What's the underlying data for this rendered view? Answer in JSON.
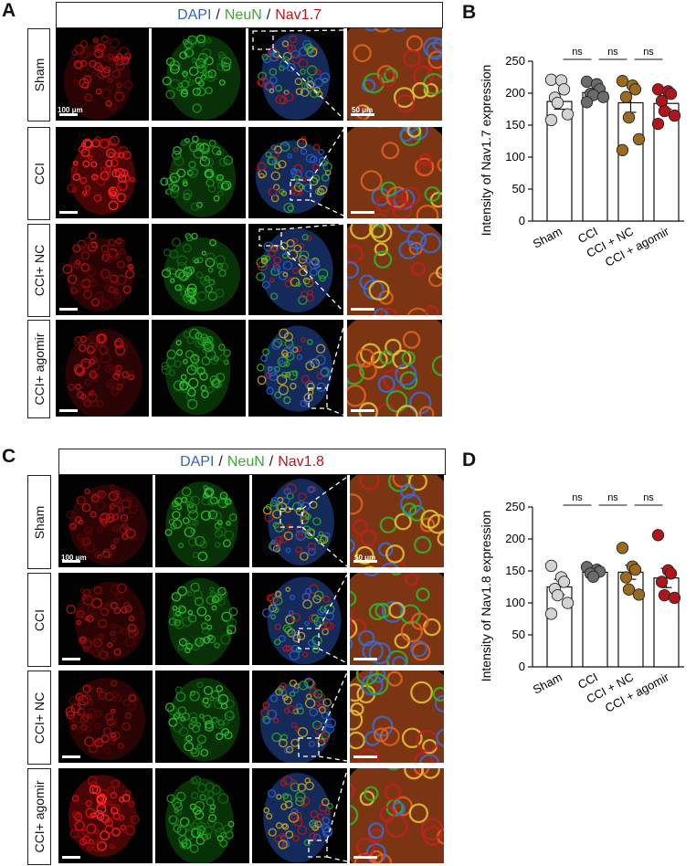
{
  "panels": {
    "A": {
      "letter": "A",
      "legend": {
        "dapi": "DAPI",
        "neun": "NeuN",
        "nav": "Nav1.7",
        "sep": "/"
      },
      "scale_main": "100 μm",
      "scale_zoom": "50 μm",
      "rows": [
        "Sham",
        "CCI",
        "CCI+ NC",
        "CCI+ agomir"
      ]
    },
    "B": {
      "letter": "B"
    },
    "C": {
      "letter": "C",
      "legend": {
        "dapi": "DAPI",
        "neun": "NeuN",
        "nav": "Nav1.8",
        "sep": "/"
      },
      "scale_main": "100 μm",
      "scale_zoom": "50 μm",
      "rows": [
        "Sham",
        "CCI",
        "CCI+ NC",
        "CCI+ agomir"
      ]
    },
    "D": {
      "letter": "D"
    }
  },
  "colors": {
    "dapi": "#2f63c9",
    "neun": "#3fa535",
    "nav": "#c3141b",
    "sham": "#d3d3d3",
    "cci": "#6b6b6b",
    "cci_nc": "#9a6a1e",
    "cci_agomir": "#b0151b"
  },
  "chart_data": [
    {
      "type": "bar",
      "ylabel": "Intensity of Nav1.7 expression",
      "ylim": [
        0,
        250
      ],
      "yticks": [
        0,
        50,
        100,
        150,
        200,
        250
      ],
      "categories": [
        "Sham",
        "CCI",
        "CCI + NC",
        "CCI + agomir"
      ],
      "values": [
        187,
        201,
        185,
        184
      ],
      "errors": [
        12,
        6,
        15,
        9
      ],
      "points": [
        [
          221,
          220,
          206,
          193,
          185,
          167,
          158
        ],
        [
          218,
          214,
          206,
          199,
          197,
          194,
          186
        ],
        [
          219,
          212,
          206,
          194,
          162,
          128,
          111
        ],
        [
          206,
          203,
          199,
          188,
          172,
          165,
          152
        ]
      ],
      "significance": [
        {
          "from": 0,
          "to": 1,
          "label": "ns"
        },
        {
          "from": 1,
          "to": 2,
          "label": "ns"
        },
        {
          "from": 2,
          "to": 3,
          "label": "ns"
        }
      ]
    },
    {
      "type": "bar",
      "ylabel": "Intensity of Nav1.8 expression",
      "ylim": [
        0,
        250
      ],
      "yticks": [
        0,
        50,
        100,
        150,
        200,
        250
      ],
      "categories": [
        "Sham",
        "CCI",
        "CCI + NC",
        "CCI + agomir"
      ],
      "values": [
        125,
        148,
        148,
        139
      ],
      "errors": [
        12,
        5,
        11,
        15
      ],
      "points": [
        [
          158,
          140,
          133,
          122,
          112,
          100,
          83
        ],
        [
          156,
          152,
          149,
          146,
          141
        ],
        [
          186,
          157,
          152,
          140,
          121,
          113
        ],
        [
          206,
          151,
          146,
          133,
          112,
          108
        ]
      ],
      "significance": [
        {
          "from": 0,
          "to": 1,
          "label": "ns"
        },
        {
          "from": 1,
          "to": 2,
          "label": "ns"
        },
        {
          "from": 2,
          "to": 3,
          "label": "ns"
        }
      ]
    }
  ]
}
